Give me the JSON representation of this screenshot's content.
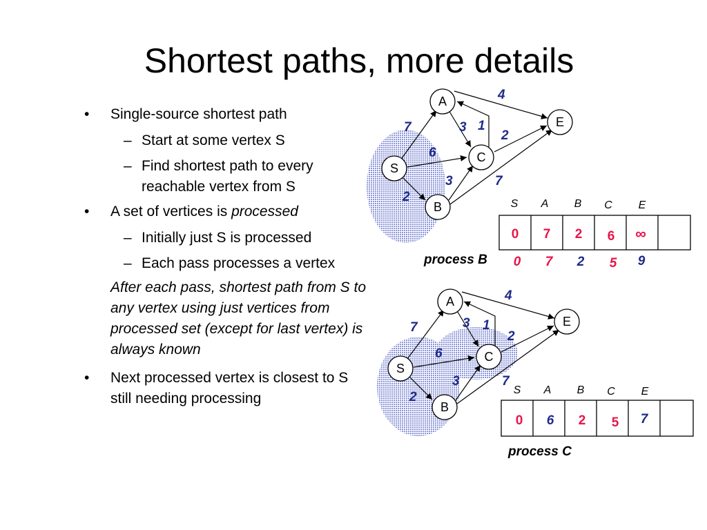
{
  "title": "Shortest paths, more details",
  "bullets": {
    "b1": "Single-source shortest path",
    "b1_s1": "Start at some vertex S",
    "b1_s2": "Find shortest path to every reachable vertex from S",
    "b2_pre": "A set of vertices is ",
    "b2_em": "processed",
    "b2_s1": "Initially just S is processed",
    "b2_s2": "Each pass processes a vertex",
    "note": "After each pass, shortest path from S to any vertex using just vertices from processed set (except for last vertex) is always known",
    "b3": "Next processed vertex is closest to S still needing processing"
  },
  "diagram1": {
    "vertices": {
      "A": "A",
      "C": "C",
      "E": "E",
      "S": "S",
      "B": "B"
    },
    "weights": {
      "sa": "7",
      "ac": "3",
      "ca": "1",
      "ae": "4",
      "ce": "2",
      "sc": "6",
      "bc": "3",
      "sb": "2",
      "be": "7"
    },
    "headers": [
      "S",
      "A",
      "B",
      "C",
      "E"
    ],
    "row1": [
      "0",
      "7",
      "2",
      "6",
      "∞"
    ],
    "row2": [
      "0",
      "7",
      "2",
      "5",
      "9"
    ],
    "caption": "process B"
  },
  "diagram2": {
    "vertices": {
      "A": "A",
      "C": "C",
      "E": "E",
      "S": "S",
      "B": "B"
    },
    "weights": {
      "sa": "7",
      "ac": "3",
      "ca": "1",
      "ae": "4",
      "ce": "2",
      "sc": "6",
      "bc": "3",
      "sb": "2",
      "be": "7"
    },
    "headers": [
      "S",
      "A",
      "B",
      "C",
      "E"
    ],
    "row1": [
      "0",
      "6",
      "2",
      "5",
      "7"
    ],
    "caption": "process C"
  },
  "colors": {
    "blue": "#1f2a8a",
    "red": "#e8144a",
    "shade": "#8c96d8"
  }
}
